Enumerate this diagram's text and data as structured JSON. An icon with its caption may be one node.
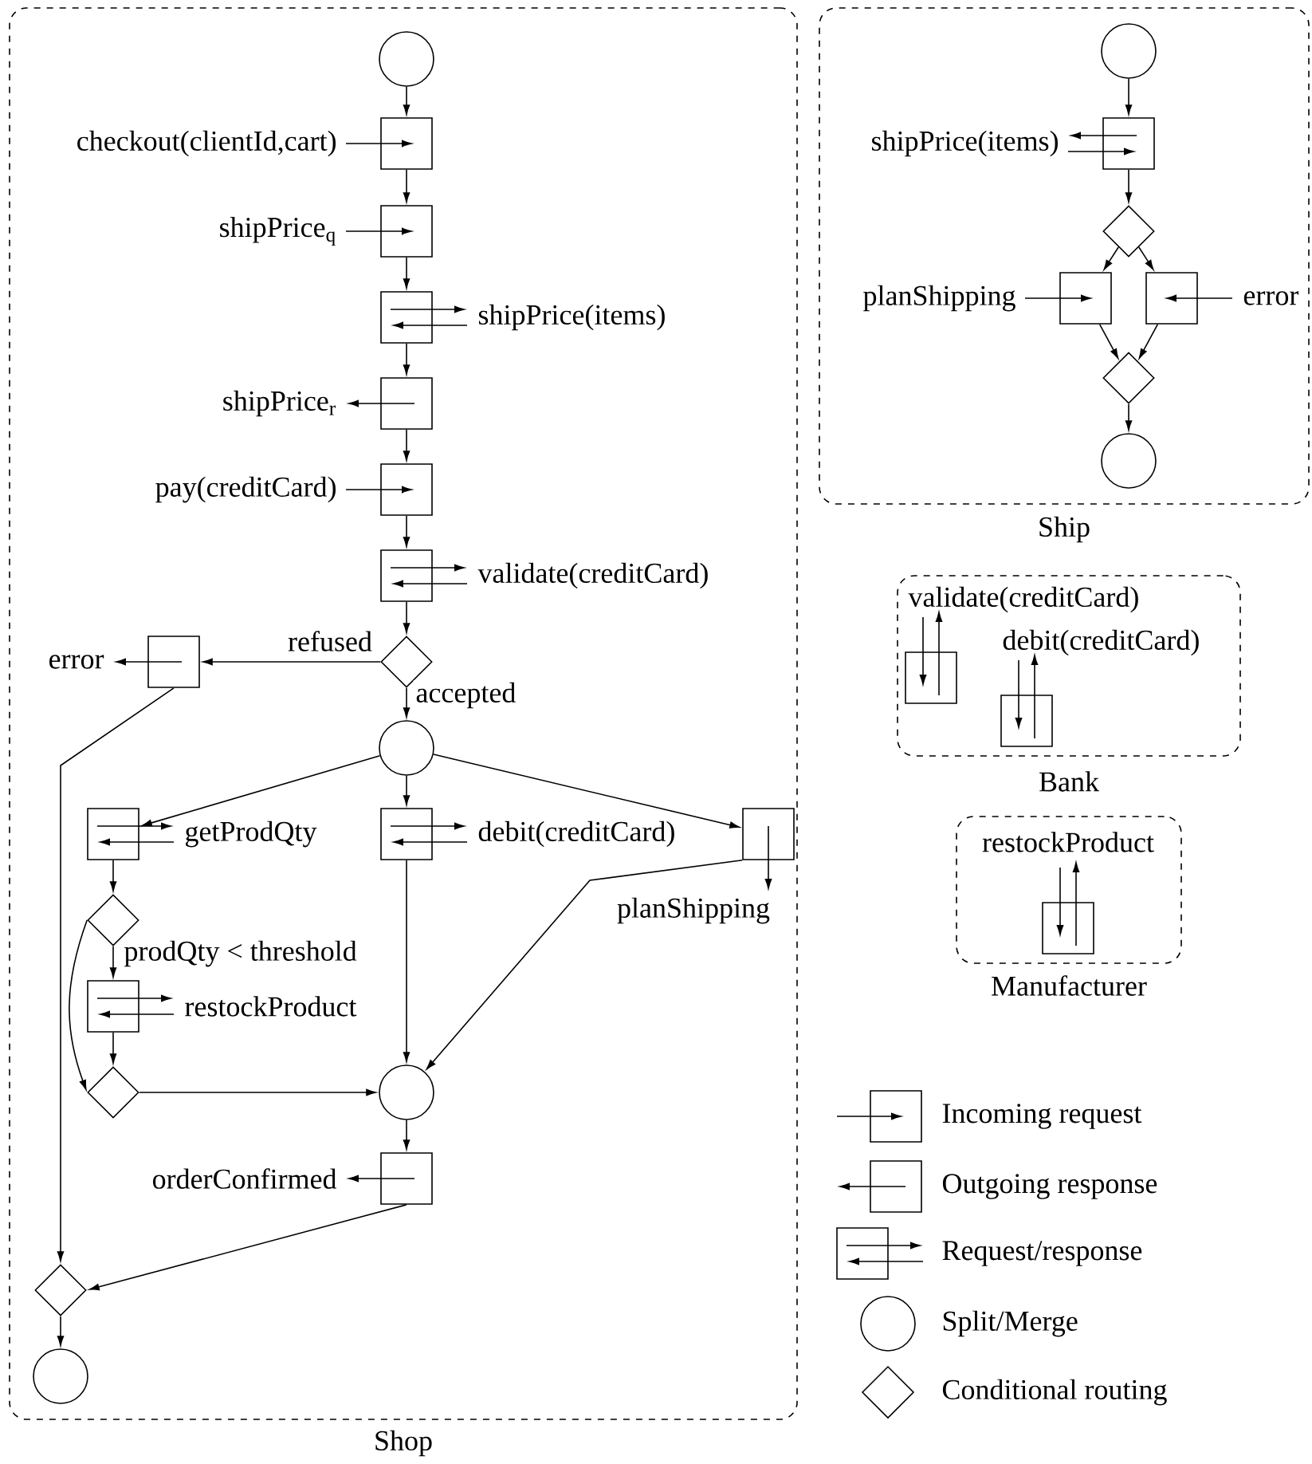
{
  "diagram": {
    "nodes": [
      {
        "text": [
          "Shop"
        ]
      },
      {
        "text": [],
        "shape": "circle",
        "in": 0
      },
      {
        "text": [],
        "shape": "box",
        "beside": [
          "checkout(clientId,cart)"
        ],
        "in": 0
      },
      {
        "text": [],
        "shape": "box",
        "beside": [
          "shipPrice$_{q}$"
        ],
        "in": 0
      },
      {
        "text": [],
        "shape": "box",
        "beside": [
          "shipPrice(items)"
        ],
        "in": 0
      },
      {
        "text": [],
        "shape": "box",
        "beside": [
          "shipPrice$_{r}$"
        ],
        "in": 0
      },
      {
        "text": [],
        "shape": "box",
        "beside": [
          "pay(creditCard)"
        ],
        "in": 0
      },
      {
        "text": [],
        "shape": "box",
        "beside": [
          "validate(creditCard)"
        ],
        "in": 0
      },
      {
        "text": [],
        "shape": "diamond",
        "in": 0
      },
      {
        "text": [],
        "shape": "box",
        "beside": [
          "error"
        ],
        "in": 0
      },
      {
        "text": [],
        "shape": "circle",
        "in": 0
      },
      {
        "text": [],
        "shape": "box",
        "beside": [
          "getProdQty"
        ],
        "in": 0
      },
      {
        "text": [],
        "shape": "box",
        "beside": [
          "debit(creditCard)"
        ],
        "in": 0
      },
      {
        "text": [],
        "shape": "box",
        "beside": [
          "planShipping"
        ],
        "in": 0
      },
      {
        "text": [],
        "shape": "diamond",
        "in": 0
      },
      {
        "text": [],
        "shape": "box",
        "beside": [
          "restockProduct"
        ],
        "in": 0
      },
      {
        "text": [],
        "shape": "diamond",
        "in": 0
      },
      {
        "text": [],
        "shape": "circle",
        "in": 0
      },
      {
        "text": [],
        "shape": "box",
        "beside": [
          "orderConfirmed"
        ],
        "in": 0
      },
      {
        "text": [],
        "shape": "diamond",
        "in": 0
      },
      {
        "text": [],
        "shape": "circle",
        "in": 0
      },
      {
        "text": [
          "Ship"
        ]
      },
      {
        "text": [],
        "shape": "circle",
        "in": 21
      },
      {
        "text": [],
        "shape": "box",
        "beside": [
          "shipPrice(items)"
        ],
        "in": 21
      },
      {
        "text": [],
        "shape": "diamond",
        "in": 21
      },
      {
        "text": [],
        "shape": "box",
        "beside": [
          "planShipping"
        ],
        "in": 21
      },
      {
        "text": [],
        "shape": "box",
        "beside": [
          "error"
        ],
        "in": 21
      },
      {
        "text": [],
        "shape": "diamond",
        "in": 21
      },
      {
        "text": [],
        "shape": "circle",
        "in": 21
      },
      {
        "text": [
          "Bank"
        ]
      },
      {
        "text": [],
        "shape": "box",
        "beside": [
          "validate(creditCard)"
        ],
        "in": 29
      },
      {
        "text": [],
        "shape": "box",
        "beside": [
          "debit(creditCard)"
        ],
        "in": 29
      },
      {
        "text": [
          "Manufacturer"
        ]
      },
      {
        "text": [],
        "shape": "box",
        "beside": [
          "restockProduct"
        ],
        "in": 32
      }
    ],
    "edges": [
      {
        "from": 1,
        "to": 2,
        "arrow": "to"
      },
      {
        "from": 2,
        "to": 3,
        "arrow": "to"
      },
      {
        "from": 3,
        "to": 4,
        "arrow": "to"
      },
      {
        "from": 4,
        "to": 5,
        "arrow": "to"
      },
      {
        "from": 5,
        "to": 6,
        "arrow": "to"
      },
      {
        "from": 6,
        "to": 7,
        "arrow": "to"
      },
      {
        "from": 7,
        "to": 8,
        "arrow": "to"
      },
      {
        "from": 8,
        "to": 9,
        "arrow": "to",
        "label": "refused"
      },
      {
        "from": 8,
        "to": 10,
        "arrow": "to",
        "label": "accepted"
      },
      {
        "from": 9,
        "to": 19,
        "arrow": "to"
      },
      {
        "from": 10,
        "to": 11,
        "arrow": "to"
      },
      {
        "from": 10,
        "to": 12,
        "arrow": "to"
      },
      {
        "from": 10,
        "to": 13,
        "arrow": "to"
      },
      {
        "from": 11,
        "to": 14,
        "arrow": "to"
      },
      {
        "from": 14,
        "to": 15,
        "arrow": "to",
        "label": "prodQty < threshold"
      },
      {
        "from": 15,
        "to": 16,
        "arrow": "to"
      },
      {
        "from": 14,
        "to": 16,
        "arrow": "to"
      },
      {
        "from": 12,
        "to": 17,
        "arrow": "to"
      },
      {
        "from": 13,
        "to": 17,
        "arrow": "to"
      },
      {
        "from": 16,
        "to": 17,
        "arrow": "to"
      },
      {
        "from": 17,
        "to": 18,
        "arrow": "to"
      },
      {
        "from": 18,
        "to": 19,
        "arrow": "to"
      },
      {
        "from": 19,
        "to": 20,
        "arrow": "to"
      },
      {
        "from": 22,
        "to": 23,
        "arrow": "to"
      },
      {
        "from": 23,
        "to": 24,
        "arrow": "to"
      },
      {
        "from": 24,
        "to": 25,
        "arrow": "to"
      },
      {
        "from": 24,
        "to": 26,
        "arrow": "to"
      },
      {
        "from": 25,
        "to": 27,
        "arrow": "to"
      },
      {
        "from": 26,
        "to": 27,
        "arrow": "to"
      },
      {
        "from": 27,
        "to": 28,
        "arrow": "to"
      }
    ],
    "legend": [
      {
        "text": "Incoming request"
      },
      {
        "text": "Outgoing response"
      },
      {
        "text": "Request/response"
      },
      {
        "text": "Split/Merge"
      },
      {
        "text": "Conditional routing"
      }
    ]
  }
}
